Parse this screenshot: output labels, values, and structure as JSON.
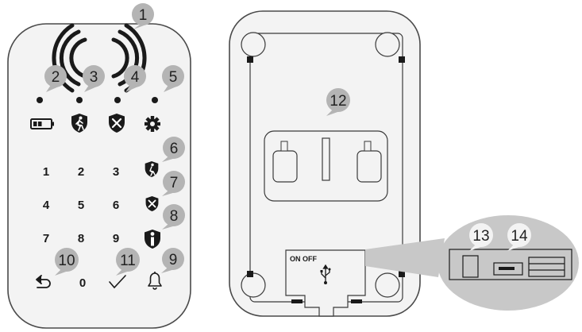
{
  "keypad": {
    "keys": [
      "1",
      "2",
      "3",
      "4",
      "5",
      "6",
      "7",
      "8",
      "9",
      "0"
    ]
  },
  "callouts": {
    "c1": "1",
    "c2": "2",
    "c3": "3",
    "c4": "4",
    "c5": "5",
    "c6": "6",
    "c7": "7",
    "c8": "8",
    "c9": "9",
    "c10": "10",
    "c11": "11",
    "c12": "12",
    "c13": "13",
    "c14": "14"
  },
  "back": {
    "switch_label": "ON OFF"
  },
  "icons": [
    "rfid-waves-icon",
    "battery-icon",
    "arm-away-icon",
    "disarm-icon",
    "settings-gear-icon",
    "arm-home-icon",
    "disarm-key-icon",
    "panic-key-icon",
    "back-arrow-icon",
    "checkmark-icon",
    "bell-icon",
    "usb-icon"
  ],
  "colors": {
    "casing": "#f3f3f3",
    "outline": "#3a3a3a",
    "callout": "#b4b4b4",
    "magnifier": "#c8c8c8"
  }
}
